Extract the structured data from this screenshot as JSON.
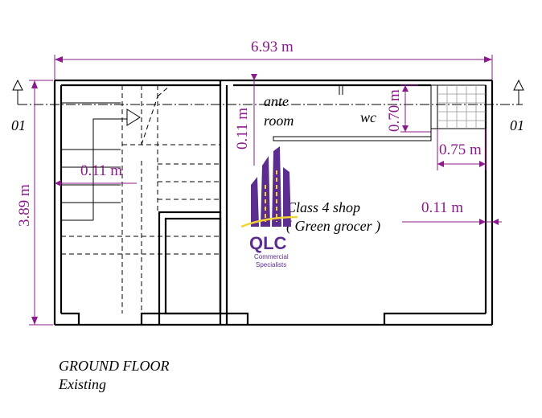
{
  "dimensions": {
    "overall_width": "6.93 m",
    "overall_depth": "3.89 m",
    "stair_wall": "0.11 m",
    "partition_wall": "0.11 m",
    "wc_depth": "0.70 m",
    "window_width": "0.75 m",
    "side_wall": "0.11 m"
  },
  "rooms": {
    "ante": "ante",
    "room": "room",
    "wc": "wc",
    "shop_line1": "Class 4 shop",
    "shop_line2": "( Green grocer )"
  },
  "section_markers": {
    "left": "01",
    "right": "01"
  },
  "title": {
    "line1": "GROUND  FLOOR",
    "line2": "Existing"
  },
  "logo": {
    "name": "QLC",
    "tagline_1": "Commercial",
    "tagline_2": "Specialists",
    "color_primary": "#5b2d8e",
    "color_accent": "#f2d531"
  },
  "colors": {
    "dimension": "#8b1a8b",
    "line": "#000000"
  }
}
